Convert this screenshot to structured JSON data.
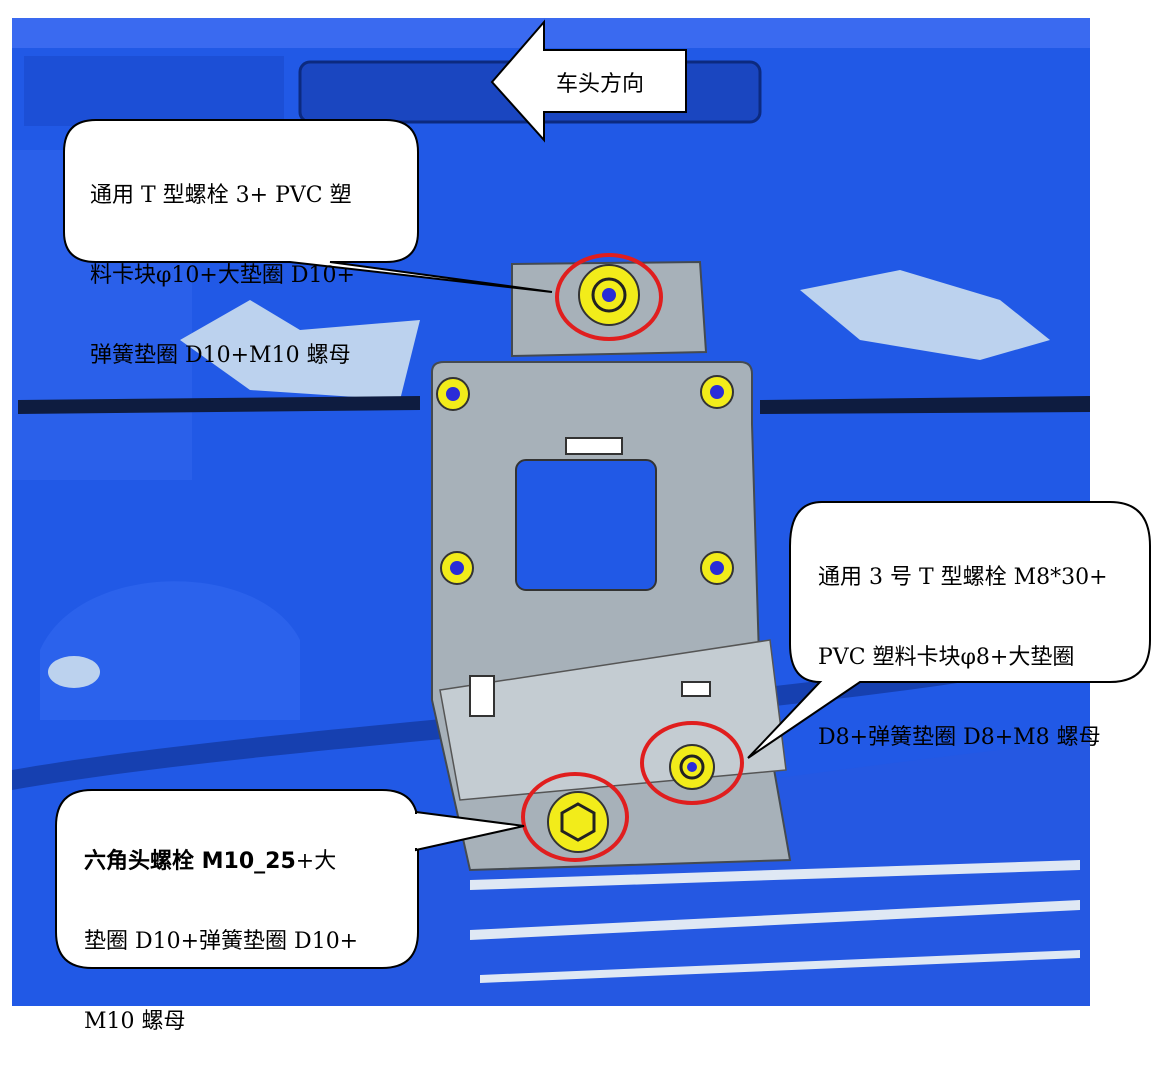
{
  "direction_label": "车头方向",
  "callouts": {
    "top_left": {
      "lines": [
        "通用 T 型螺栓 3+ PVC 塑",
        "料卡块φ10+大垫圈 D10+",
        "弹簧垫圈 D10+M10 螺母"
      ]
    },
    "right": {
      "lines": [
        "通用 3 号 T 型螺栓 M8*30+",
        "PVC 塑料卡块φ8+大垫圈",
        "D8+弹簧垫圈 D8+M8 螺母"
      ]
    },
    "bottom_left": {
      "bold": "六角头螺栓 M10_25",
      "rest_first_line": "+大",
      "lines": [
        "垫圈 D10+弹簧垫圈 D10+",
        "M10 螺母"
      ]
    }
  },
  "colors": {
    "body_blue": "#2159e6",
    "highlight": "#e01e1e",
    "bolt_yellow": "#f2ec1a",
    "plate_gray": "#a7b1b9"
  }
}
